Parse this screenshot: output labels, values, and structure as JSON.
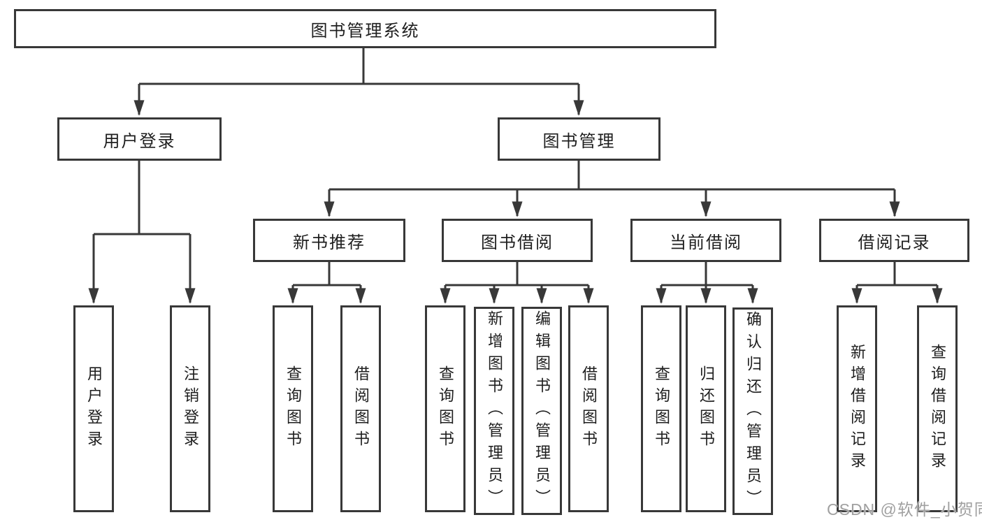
{
  "diagram": {
    "root": "图书管理系统",
    "level2": [
      "用户登录",
      "图书管理"
    ],
    "level3": [
      "新书推荐",
      "图书借阅",
      "当前借阅",
      "借阅记录"
    ],
    "leaves_user_login": [
      "用户登录",
      "注销登录"
    ],
    "leaves_new_book": [
      "查询图书",
      "借阅图书"
    ],
    "leaves_book_borrow": [
      "查询图书",
      "新增图书（管理员）",
      "编辑图书（管理员）",
      "借阅图书"
    ],
    "leaves_current_borrow": [
      "查询图书",
      "归还图书",
      "确认归还（管理员）"
    ],
    "leaves_borrow_record": [
      "新增借阅记录",
      "查询借阅记录"
    ]
  },
  "watermark": {
    "text": "CSDN @软件_小贺同学"
  },
  "colors": {
    "line": "#383838",
    "text": "#1e1e1e",
    "watermark": "#a0a0a0",
    "background": "#ffffff"
  }
}
